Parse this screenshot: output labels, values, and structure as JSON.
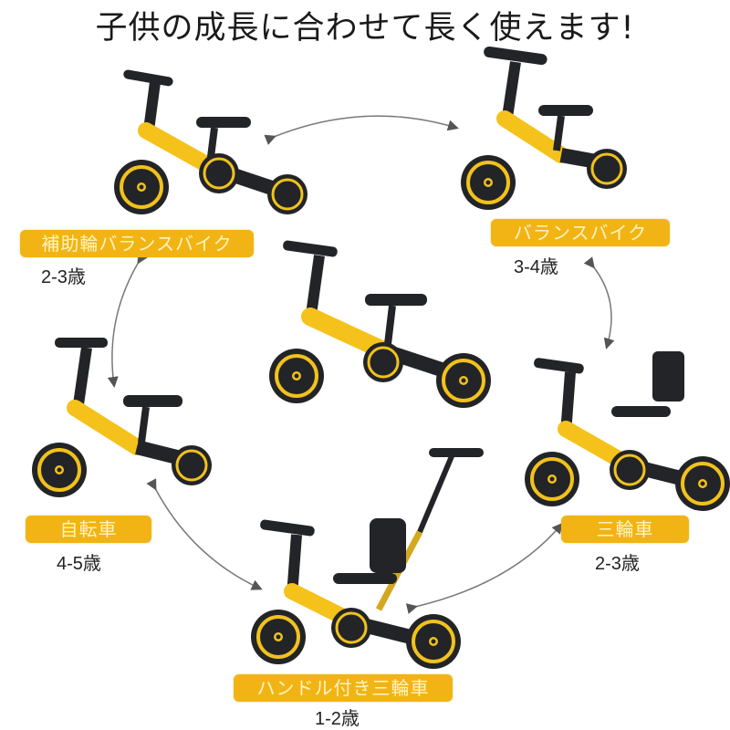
{
  "title": "子供の成長に合わせて長く使えます!",
  "colors": {
    "label_bg": "#f2b414",
    "label_text": "#fff4c2",
    "frame": "#f5c21b",
    "dark": "#222428"
  },
  "modes": [
    {
      "id": "assisted-balance-bike",
      "label": "補助輪バランスバイク",
      "age": "2-3歳"
    },
    {
      "id": "balance-bike",
      "label": "バランスバイク",
      "age": "3-4歳"
    },
    {
      "id": "tricycle",
      "label": "三輪車",
      "age": "2-3歳"
    },
    {
      "id": "handle-tricycle",
      "label": "ハンドル付き三輪車",
      "age": "1-2歳"
    },
    {
      "id": "bicycle",
      "label": "自転車",
      "age": "4-5歳"
    }
  ]
}
